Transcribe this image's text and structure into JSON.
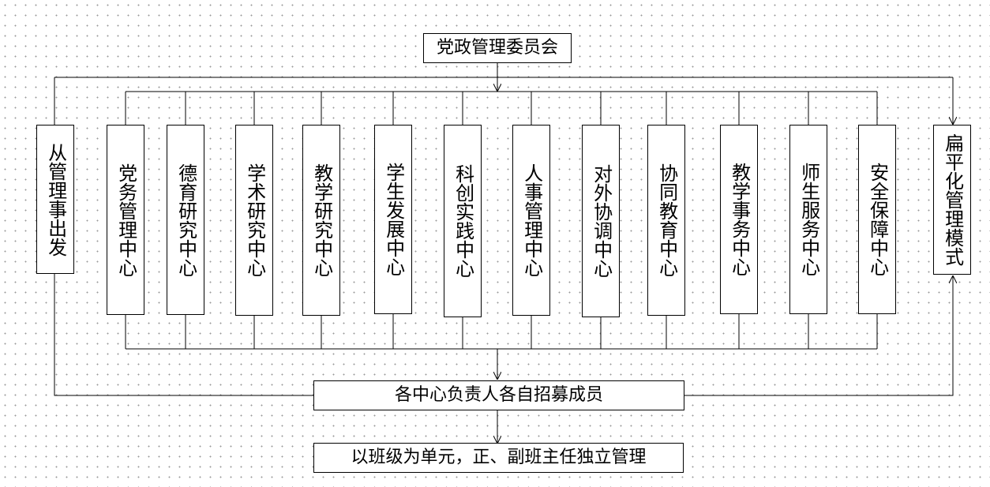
{
  "top": "党政管理委员会",
  "left_side": "从管理事出发",
  "right_side": "扁平化管理模式",
  "centers": [
    "党务管理中心",
    "德育研究中心",
    "学术研究中心",
    "教学研究中心",
    "学生发展中心",
    "科创实践中心",
    "人事管理中心",
    "对外协调中心",
    "协同教育中心",
    "教学事务中心",
    "师生服务中心",
    "安全保障中心"
  ],
  "recruit": "各中心负责人各自招募成员",
  "bottom": "以班级为单元，正、副班主任独立管理"
}
